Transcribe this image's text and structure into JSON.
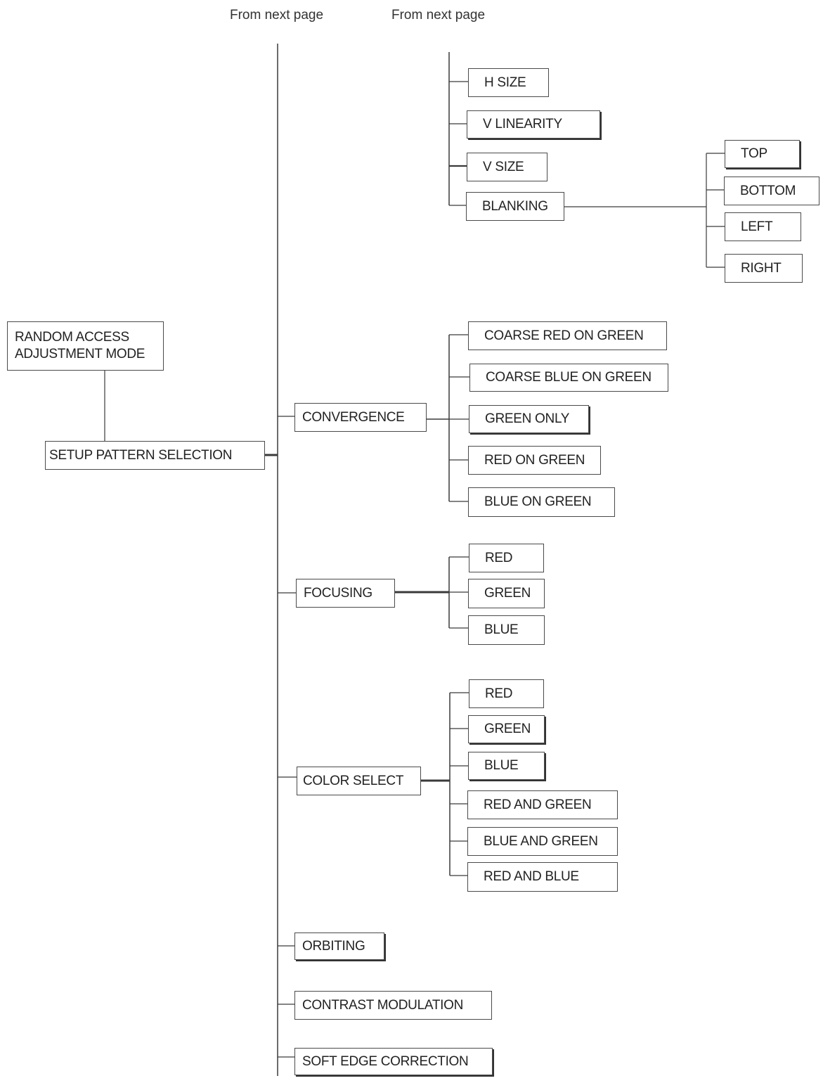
{
  "header": {
    "from_next_left": "From next page",
    "from_next_right": "From next page"
  },
  "root": {
    "line1": "RANDOM ACCESS",
    "line2": "ADJUSTMENT MODE"
  },
  "setup": "SETUP PATTERN SELECTION",
  "geometry_items": [
    "H SIZE",
    "V LINEARITY",
    "V SIZE",
    "BLANKING"
  ],
  "blanking_items": [
    "TOP",
    "BOTTOM",
    "LEFT",
    "RIGHT"
  ],
  "convergence": {
    "label": "CONVERGENCE",
    "items": [
      "COARSE RED ON GREEN",
      "COARSE BLUE ON GREEN",
      "GREEN ONLY",
      "RED ON GREEN",
      "BLUE ON GREEN"
    ]
  },
  "focusing": {
    "label": "FOCUSING",
    "items": [
      "RED",
      "GREEN",
      "BLUE"
    ]
  },
  "color_select": {
    "label": "COLOR SELECT",
    "items": [
      "RED",
      "GREEN",
      "BLUE",
      "RED AND GREEN",
      "BLUE AND GREEN",
      "RED AND BLUE"
    ]
  },
  "orbiting": "ORBITING",
  "contrast_modulation": "CONTRAST MODULATION",
  "soft_edge_correction": "SOFT EDGE CORRECTION"
}
